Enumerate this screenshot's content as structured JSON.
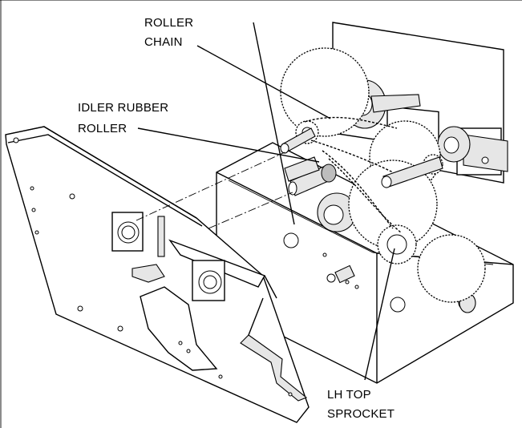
{
  "labels": {
    "roller_chain_line1": "ROLLER",
    "roller_chain_line2": "CHAIN",
    "idler_line1": "IDLER RUBBER",
    "idler_line2": "ROLLER",
    "sprocket_line1": "LH TOP",
    "sprocket_line2": "SPROCKET"
  }
}
